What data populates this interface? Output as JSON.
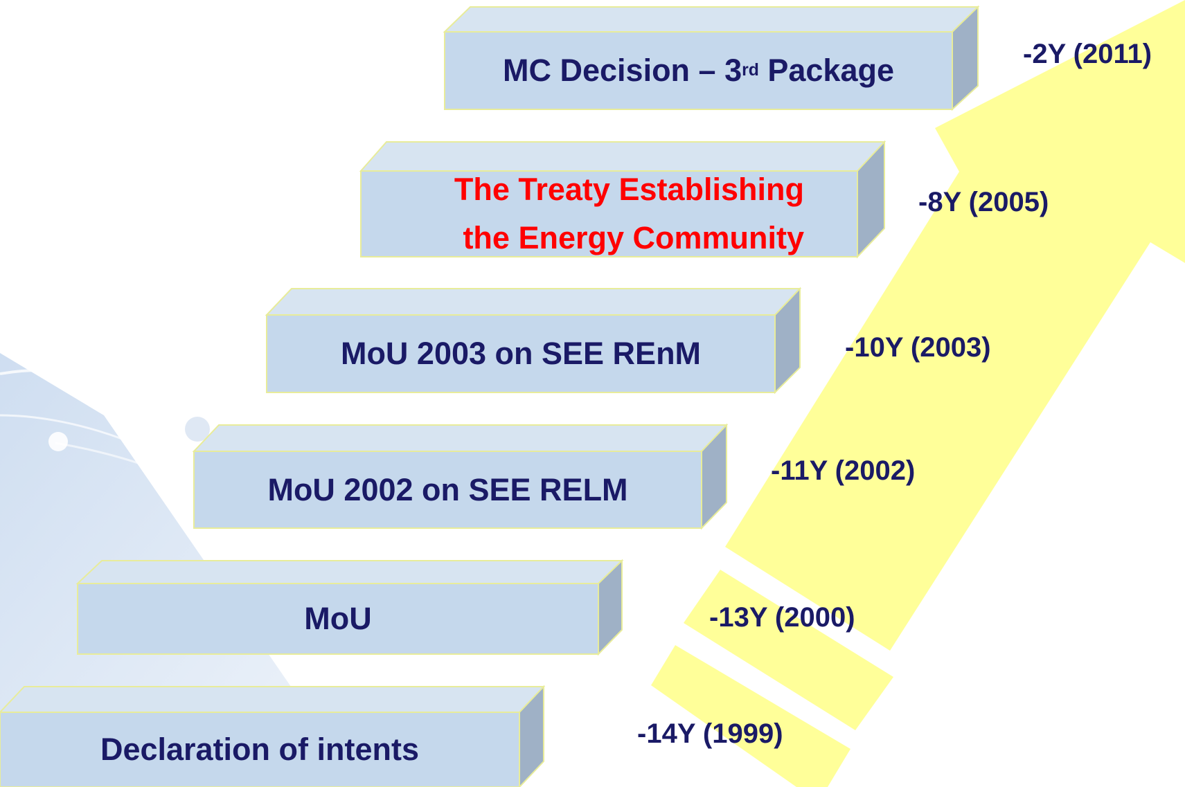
{
  "steps": [
    {
      "id": "declaration",
      "label": "Declaration of intents",
      "year_label": "-14Y (1999)"
    },
    {
      "id": "mou",
      "label": "MoU",
      "year_label": "-13Y (2000)"
    },
    {
      "id": "mou2002",
      "label": "MoU 2002 on SEE RELM",
      "year_label": "-11Y (2002)"
    },
    {
      "id": "mou2003",
      "label": "MoU 2003 on SEE REnM",
      "year_label": "-10Y (2003)"
    },
    {
      "id": "treaty",
      "label_line1": "The Treaty Establishing",
      "label_line2": "the Energy Community",
      "year_label": "-8Y (2005)"
    },
    {
      "id": "mc",
      "label_before": "MC Decision – 3",
      "label_sup": "rd",
      "label_after": " Package",
      "year_label": "-2Y (2011)"
    }
  ],
  "colors": {
    "box_front": "#c5d8ec",
    "box_top": "#d7e4f1",
    "box_side": "#9fb1c6",
    "box_border": "#e8ec9a",
    "arrow": "#ffff99",
    "text_dark": "#1a1a66",
    "text_red": "#ff0000"
  }
}
